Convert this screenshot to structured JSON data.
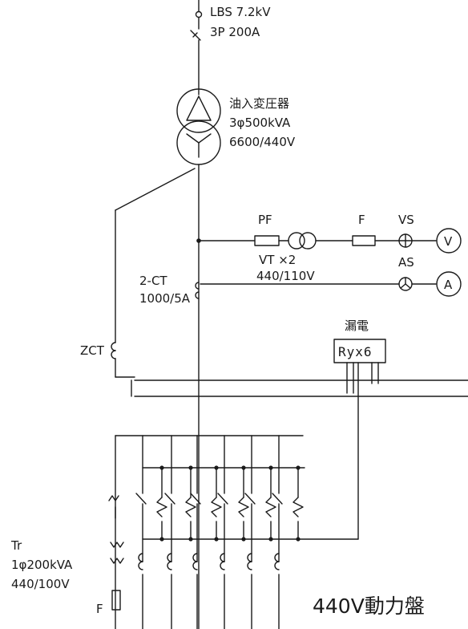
{
  "lbs": {
    "line1": "LBS 7.2kV",
    "line2": "3P 200A"
  },
  "transformer": {
    "line1": "油入変圧器",
    "line2": "3φ500kVA",
    "line3": "6600/440V"
  },
  "metering": {
    "pf": "PF",
    "vt1": "VT ×2",
    "vt2": "440/110V",
    "fuse": "F",
    "vs": "VS",
    "as": "AS",
    "voltmeter": "V",
    "ammeter": "A"
  },
  "ct": {
    "line1": "2-CT",
    "line2": "1000/5A"
  },
  "zct": "ZCT",
  "leakage": {
    "label": "漏電",
    "relay": "Ryx6"
  },
  "tr_small": {
    "line1": "Tr",
    "line2": "1φ200kVA",
    "line3": "440/100V",
    "fuse": "F"
  },
  "panel_title": "440V動力盤"
}
